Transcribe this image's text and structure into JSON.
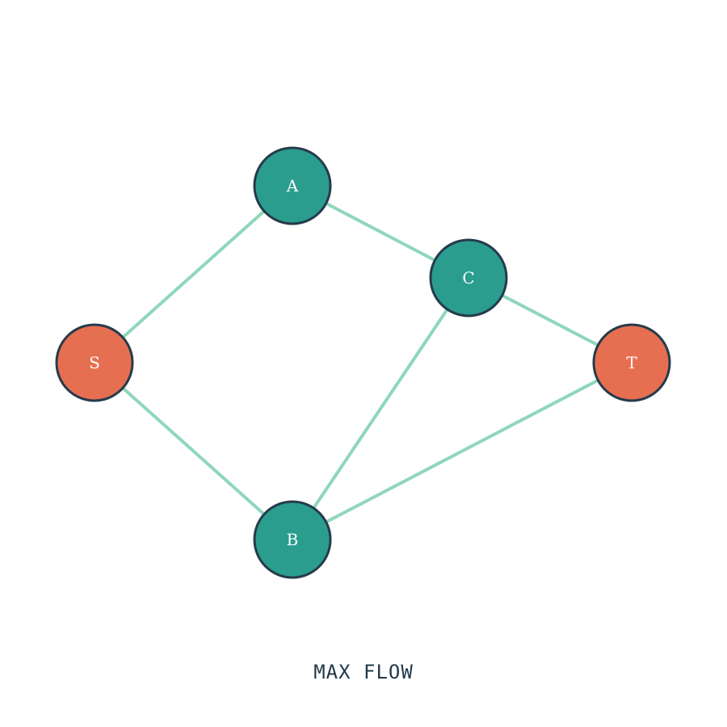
{
  "diagram": {
    "caption": "MAX FLOW",
    "colors": {
      "edge": "#8fd6bd",
      "node_stroke": "#263b4a",
      "terminal_fill": "#e76f51",
      "inner_fill": "#2a9d8f",
      "label": "#ffffff",
      "caption": "#22394a"
    },
    "nodes": [
      {
        "id": "S",
        "label": "S",
        "kind": "terminal"
      },
      {
        "id": "A",
        "label": "A",
        "kind": "inner"
      },
      {
        "id": "B",
        "label": "B",
        "kind": "inner"
      },
      {
        "id": "C",
        "label": "C",
        "kind": "inner"
      },
      {
        "id": "T",
        "label": "T",
        "kind": "terminal"
      }
    ],
    "edges": [
      {
        "from": "S",
        "to": "A"
      },
      {
        "from": "S",
        "to": "B"
      },
      {
        "from": "A",
        "to": "C"
      },
      {
        "from": "C",
        "to": "B"
      },
      {
        "from": "C",
        "to": "T"
      },
      {
        "from": "B",
        "to": "T"
      }
    ]
  }
}
